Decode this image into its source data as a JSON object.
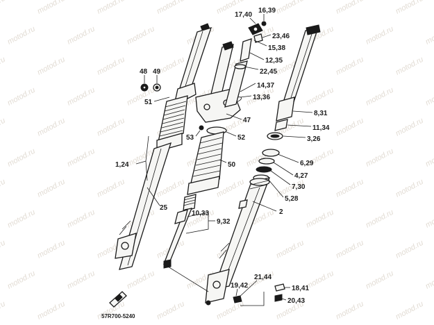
{
  "watermark": "motod.ru",
  "diagram_code": "57R700-5240",
  "colors": {
    "ink": "#1a1a1a",
    "watermark": "#e2dcd4",
    "background": "#ffffff"
  },
  "labels": {
    "l_17_40": "17,40",
    "l_16_39": "16,39",
    "l_23_46": "23,46",
    "l_15_38": "15,38",
    "l_12_35": "12,35",
    "l_22_45": "22,45",
    "l_14_37": "14,37",
    "l_13_36": "13,36",
    "l_48": "48",
    "l_49": "49",
    "l_51": "51",
    "l_47": "47",
    "l_8_31": "8,31",
    "l_11_34": "11,34",
    "l_3_26": "3,26",
    "l_53": "53",
    "l_52": "52",
    "l_6_29": "6,29",
    "l_4_27": "4,27",
    "l_7_30": "7,30",
    "l_5_28": "5,28",
    "l_1_24": "1,24",
    "l_50": "50",
    "l_25": "25",
    "l_2": "2",
    "l_10_33": "10,33",
    "l_9_32": "9,32",
    "l_21_44": "21,44",
    "l_19_42": "19,42",
    "l_18_41": "18,41",
    "l_20_43": "20,43"
  }
}
